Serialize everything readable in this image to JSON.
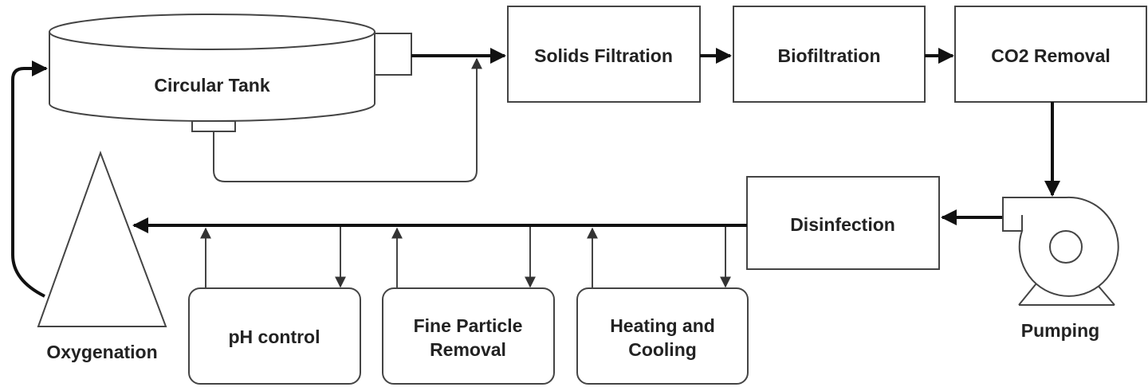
{
  "nodes": {
    "tank": "Circular Tank",
    "solids": "Solids Filtration",
    "bio": "Biofiltration",
    "co2": "CO2 Removal",
    "pump": "Pumping",
    "disinfection": "Disinfection",
    "oxygenation": "Oxygenation",
    "ph": "pH control",
    "fine_1": "Fine Particle",
    "fine_2": "Removal",
    "heat_1": "Heating and",
    "heat_2": "Cooling"
  }
}
